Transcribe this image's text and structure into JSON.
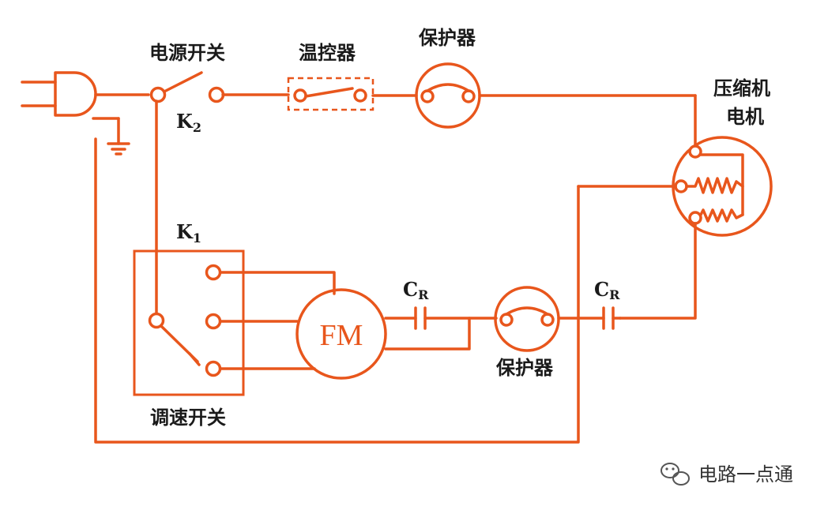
{
  "labels": {
    "power_switch": "电源开关",
    "thermostat": "温控器",
    "protector_top": "保护器",
    "compressor_line1": "压缩机",
    "compressor_line2": "电机",
    "k2_main": "K",
    "k2_sub": "2",
    "k1_main": "K",
    "k1_sub": "1",
    "fan_motor": "FM",
    "cap1_main": "C",
    "cap1_sub": "R",
    "cap2_main": "C",
    "cap2_sub": "R",
    "protector_bottom": "保护器",
    "speed_switch": "调速开关"
  },
  "watermark": {
    "text": "电路一点通",
    "icon": "wechat-icon"
  },
  "colors": {
    "wire": "#e8561c",
    "label": "#1a1a1a",
    "background": "#ffffff"
  }
}
